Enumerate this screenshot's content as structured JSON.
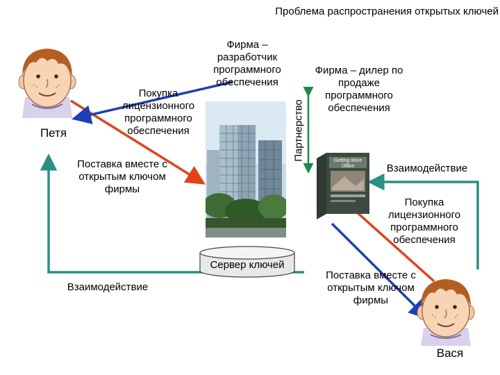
{
  "title": "Проблема распространения открытых ключей",
  "labels": {
    "petya": "Петя",
    "vasya": "Вася",
    "developer": "Фирма – разработчик программного обеспечения",
    "dealer": "Фирма – дилер по продаже программного обеспечения",
    "partnership": "Партнерство",
    "purchase_left": "Покупка лицензионного программного обеспечения",
    "delivery_left": "Поставка вместе с открытым ключом фирмы",
    "interaction_right": "Взаимодействие",
    "purchase_right": "Покупка лицензионного программного обеспечения",
    "key_server": "Сервер ключей",
    "interaction_left": "Взаимодействие",
    "delivery_right": "Поставка вместе с открытым ключом фирмы"
  },
  "software_box_title": "Getting More Office",
  "colors": {
    "purchase_arrow": "#e0431c",
    "delivery_arrow": "#1f3fb4",
    "interaction_arrow": "#2a8f84",
    "partnership_arrow": "#1e8a4a"
  },
  "icons": [
    "boy-face-icon",
    "building-image",
    "software-box-image",
    "server-cylinder-icon"
  ]
}
